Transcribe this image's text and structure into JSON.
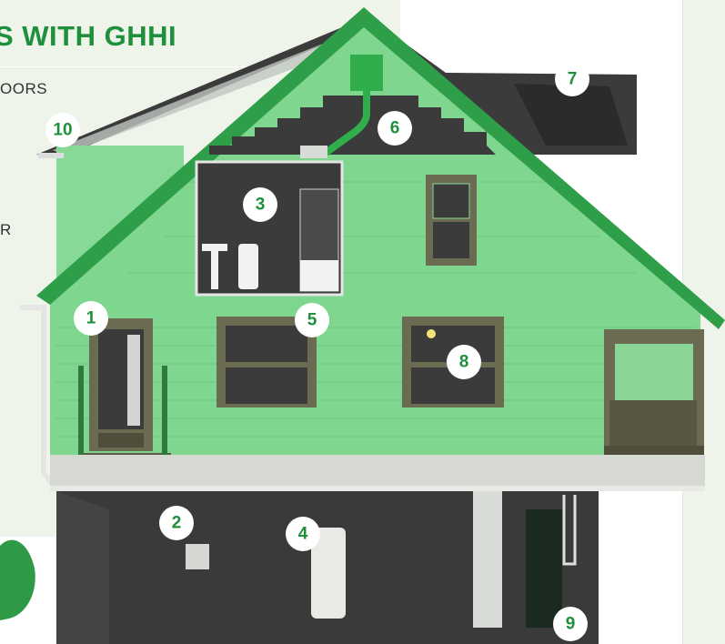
{
  "banner": {
    "heading": "S WITH GHHI",
    "subline": "OORS",
    "partial_letter": "R"
  },
  "colors": {
    "accent": "#1e8f3a",
    "siding": "#7fd68e",
    "roof": "#3b3b3b",
    "trim": "#6b6b52",
    "basement": "#3a3a3a"
  },
  "hotspots": [
    {
      "label": "1",
      "name": "front-door"
    },
    {
      "label": "2",
      "name": "electrical-panel"
    },
    {
      "label": "3",
      "name": "bathroom"
    },
    {
      "label": "4",
      "name": "water-heater"
    },
    {
      "label": "5",
      "name": "walls-siding"
    },
    {
      "label": "6",
      "name": "attic-ventilation"
    },
    {
      "label": "7",
      "name": "roof"
    },
    {
      "label": "8",
      "name": "windows-lighting"
    },
    {
      "label": "9",
      "name": "furnace"
    },
    {
      "label": "10",
      "name": "gutters"
    }
  ]
}
